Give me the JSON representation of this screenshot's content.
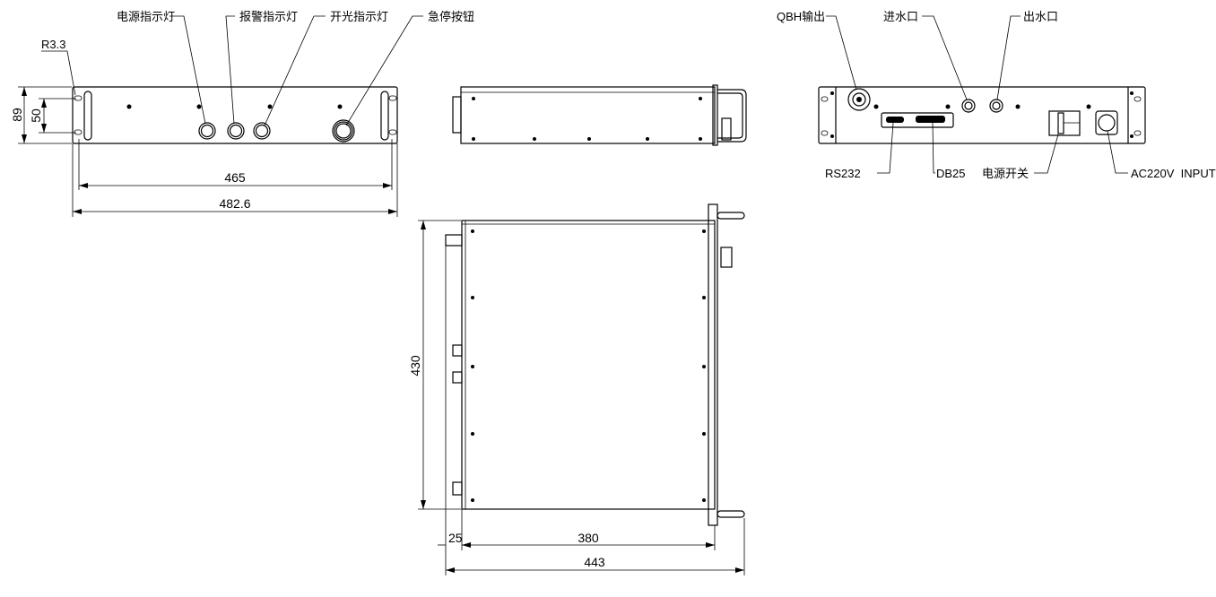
{
  "front_view": {
    "labels": {
      "power_indicator": "电源指示灯",
      "alarm_indicator": "报警指示灯",
      "laser_indicator": "开光指示灯",
      "emergency_stop": "急停按钮",
      "radius": "R3.3"
    },
    "dimensions": {
      "height": "89",
      "hole_spacing": "50",
      "hole_width": "465",
      "total_width": "482.6"
    }
  },
  "top_view": {
    "dimensions": {
      "depth": "430",
      "flange": "25",
      "body_length": "380",
      "total_length": "443"
    }
  },
  "rear_view": {
    "labels": {
      "qbh_output": "QBH输出",
      "water_inlet": "进水口",
      "water_outlet": "出水口",
      "rs232": "RS232",
      "db25": "DB25",
      "power_switch": "电源开关",
      "ac_input": "AC220V  INPUT"
    }
  }
}
